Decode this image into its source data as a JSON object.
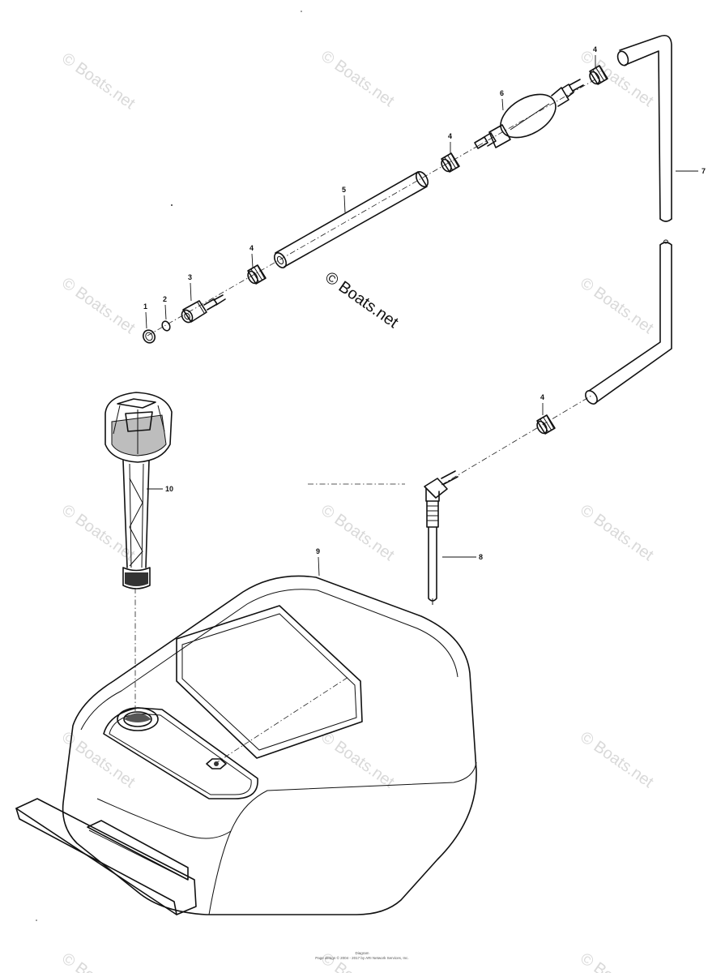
{
  "diagram": {
    "watermark_text": "© Boats.net",
    "footer": {
      "line1": "Diagram",
      "line2": "Page design © 2004 - 2017 by ARI Network Services, Inc."
    },
    "callouts": [
      {
        "id": "1",
        "label": "1"
      },
      {
        "id": "2",
        "label": "2"
      },
      {
        "id": "3",
        "label": "3"
      },
      {
        "id": "4a",
        "label": "4"
      },
      {
        "id": "5",
        "label": "5"
      },
      {
        "id": "4b",
        "label": "4"
      },
      {
        "id": "6",
        "label": "6"
      },
      {
        "id": "4c",
        "label": "4"
      },
      {
        "id": "7",
        "label": "7"
      },
      {
        "id": "4d",
        "label": "4"
      },
      {
        "id": "8",
        "label": "8"
      },
      {
        "id": "9",
        "label": "9"
      },
      {
        "id": "10",
        "label": "10"
      }
    ]
  }
}
